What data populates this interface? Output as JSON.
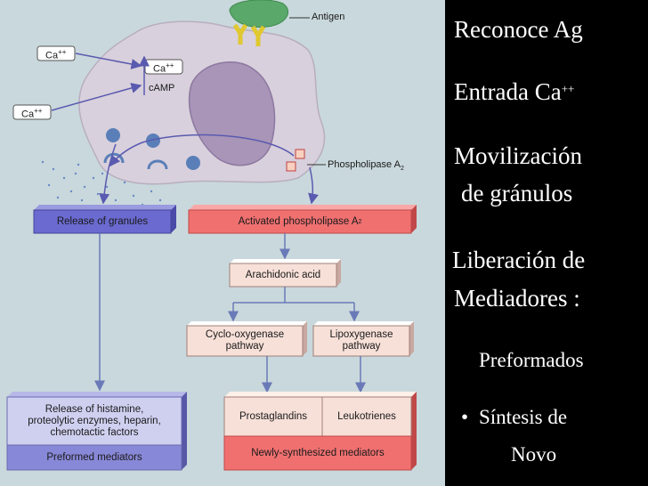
{
  "diagram": {
    "antigen_label": "Antigen",
    "ca_outside_1": "Ca",
    "ca_outside_2": "Ca",
    "ca_inside": "Ca",
    "ca_superscript": "++",
    "camp_label": "cAMP",
    "phospholipase_label": "Phospholipase A",
    "phospholipase_sub": "2",
    "release_granules": "Release of granules",
    "activated_pla_label": "Activated phospholipase A",
    "activated_pla_sub": "2",
    "arachidonic_acid": "Arachidonic acid",
    "cyclooxygenase_line1": "Cyclo-oxygenase",
    "cyclooxygenase_line2": "pathway",
    "lipoxygenase_line1": "Lipoxygenase",
    "lipoxygenase_line2": "pathway",
    "release_histamine_line1": "Release of histamine,",
    "release_histamine_line2": "proteolytic enzymes, heparin,",
    "release_histamine_line3": "chemotactic factors",
    "preformed_mediators": "Preformed mediators",
    "prostaglandins": "Prostaglandins",
    "leukotrienes": "Leukotrienes",
    "newly_synthesized": "Newly-synthesized mediators"
  },
  "slide": {
    "item1": "Reconoce Ag",
    "item2": "Entrada Ca",
    "item2_sup": "++",
    "item3_line1": "Movilización",
    "item3_line2": "de gránulos",
    "item4_line1": "Liberación de",
    "item4_line2": "Mediadores :",
    "item5": "Preformados",
    "item6_bullet": "•",
    "item6_line1": "Síntesis de",
    "item6_line2": "Novo"
  },
  "colors": {
    "background": "#c9d8dc",
    "blue_box": "#6a6ad0",
    "red_box": "#f07070",
    "pale_box": "#f7e0d8",
    "cell": "#d8d0dc",
    "nucleus": "#a995b8",
    "granule": "#5a7fb8",
    "antigen": "#5aa86a",
    "receptor": "#f0e040"
  }
}
